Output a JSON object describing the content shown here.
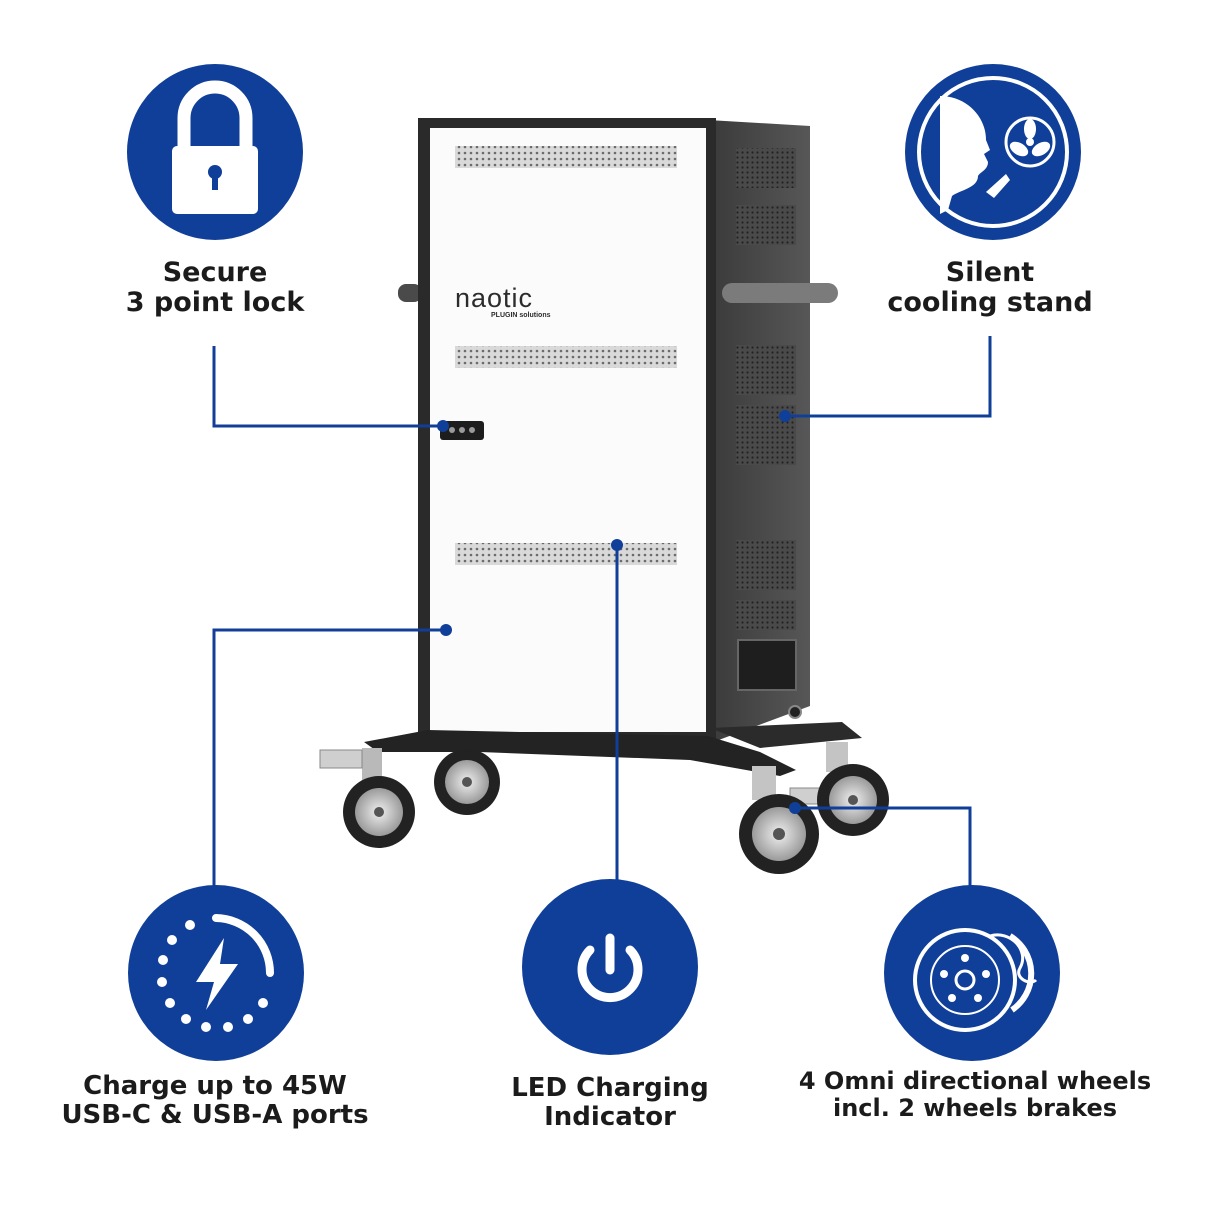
{
  "brand": {
    "name": "naotic",
    "tagline": "PLUGIN solutions"
  },
  "accent_color": "#103f99",
  "features": [
    {
      "id": "lock",
      "icon": "padlock-icon",
      "line1": "Secure",
      "line2": "3 point lock"
    },
    {
      "id": "cooling",
      "icon": "silent-fan-icon",
      "line1": "Silent",
      "line2": "cooling stand"
    },
    {
      "id": "charge",
      "icon": "lightning-charge-icon",
      "line1": "Charge up to 45W",
      "line2": "USB-C & USB-A ports"
    },
    {
      "id": "led",
      "icon": "power-icon",
      "line1": "LED Charging",
      "line2": "Indicator"
    },
    {
      "id": "wheels",
      "icon": "brake-disc-icon",
      "line1": "4 Omni directional wheels",
      "line2": "incl. 2 wheels brakes"
    }
  ]
}
